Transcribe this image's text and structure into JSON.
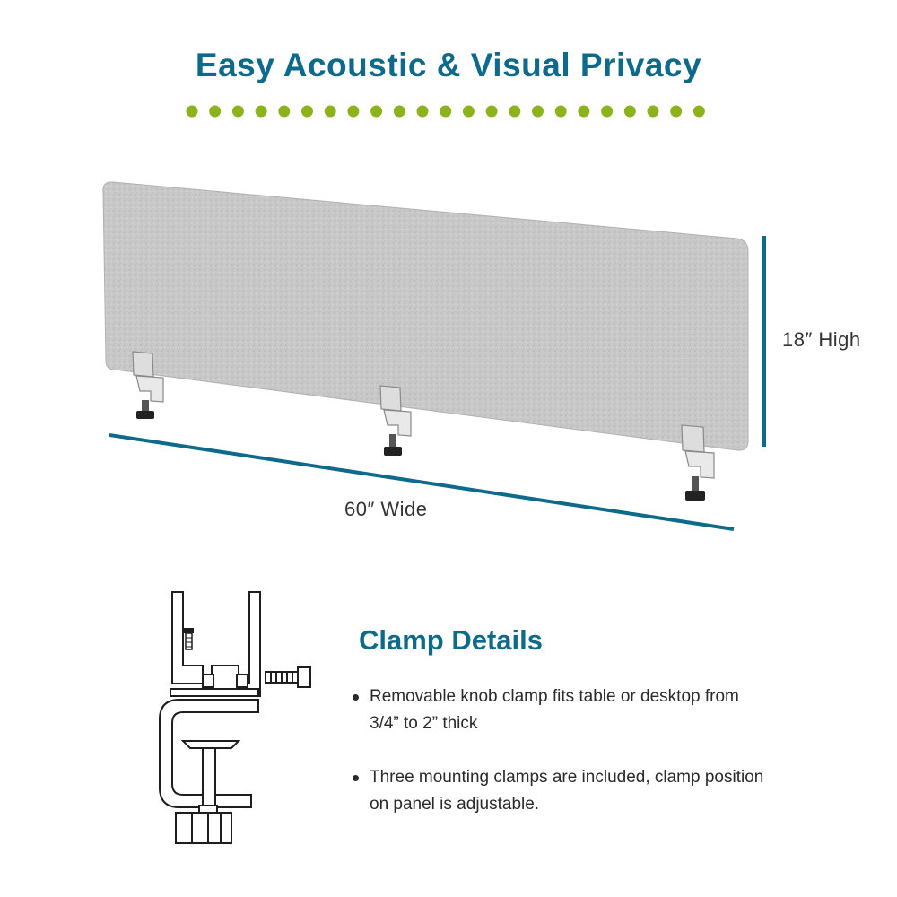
{
  "header": {
    "title": "Easy Acoustic & Visual Privacy",
    "dot_color": "#8cb31c",
    "title_color": "#0e6a8a"
  },
  "product": {
    "panel_color": "#c9c9c9",
    "dimension_line_color": "#0e6a8a",
    "width_label": "60″ Wide",
    "height_label": "18″ High",
    "clamp_count": 3
  },
  "clamp_details": {
    "title": "Clamp Details",
    "bullets": [
      "Removable knob clamp fits table or desktop from 3/4” to 2” thick",
      "Three mounting clamps are included, clamp position on panel is adjustable."
    ]
  },
  "icons": [
    "desk-clamp-icon",
    "knob-icon",
    "bolt-icon",
    "screw-icon"
  ]
}
